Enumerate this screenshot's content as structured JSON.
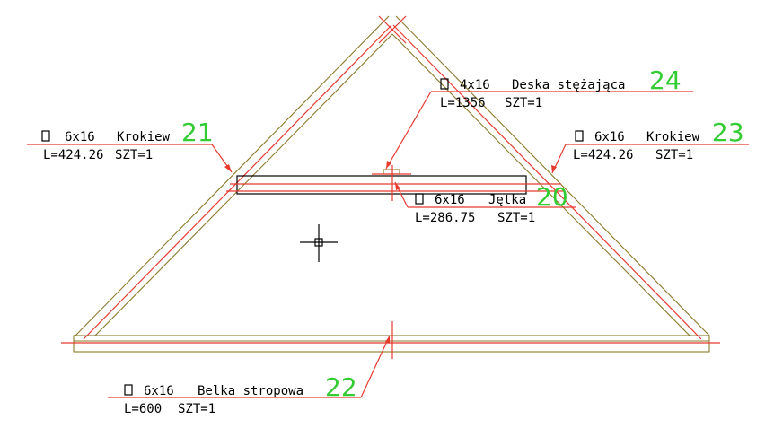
{
  "diagram": {
    "background": "#ffffff",
    "colors": {
      "member_outline": "#8a7a2a",
      "axis_red": "#e8392f",
      "label_text": "#000000",
      "number_green": "#33cc33"
    },
    "icons": [
      "section-square-icon",
      "cursor-crosshair-icon"
    ],
    "labels": [
      {
        "id": "21",
        "section": "6x16",
        "name": "Krokiew",
        "length": "L=424.26",
        "count": "SZT=1",
        "number": "21"
      },
      {
        "id": "23",
        "section": "6x16",
        "name": "Krokiew",
        "length": "L=424.26",
        "count": "SZT=1",
        "number": "23"
      },
      {
        "id": "24",
        "section": "4x16",
        "name": "Deska stężająca",
        "length": "L=1356",
        "count": "SZT=1",
        "number": "24"
      },
      {
        "id": "20",
        "section": "6x16",
        "name": "Jętka",
        "length": "L=286.75",
        "count": "SZT=1",
        "number": "20"
      },
      {
        "id": "22",
        "section": "6x16",
        "name": "Belka stropowa",
        "length": "L=600",
        "count": "SZT=1",
        "number": "22"
      }
    ]
  }
}
